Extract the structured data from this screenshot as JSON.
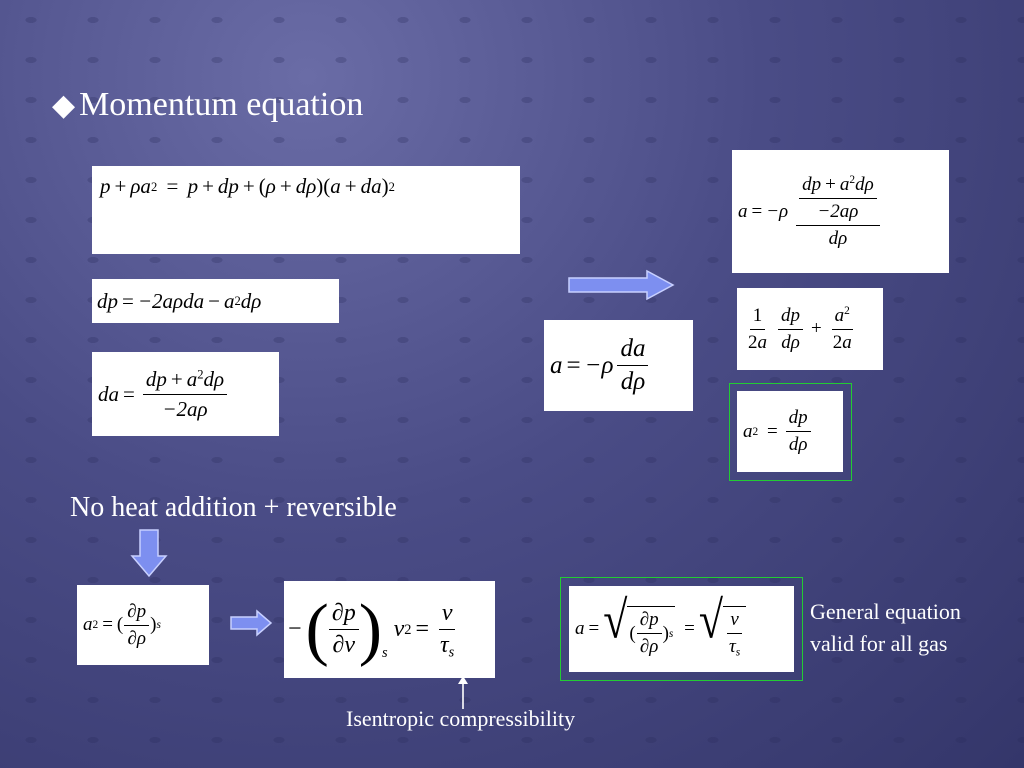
{
  "slide": {
    "title": "Momentum equation",
    "title_bullet": "◆",
    "note_heat": "No heat addition + reversible",
    "note_general_1": "General equation",
    "note_general_2": "valid for all gas",
    "note_isentropic": "Isentropic compressibility"
  },
  "colors": {
    "background": "#4a4c86",
    "arrow_fill": "#7d8ff0",
    "highlight_border": "#22cc33"
  },
  "icons": {
    "bullet": "diamond-icon",
    "arrow": "arrow-icon"
  }
}
